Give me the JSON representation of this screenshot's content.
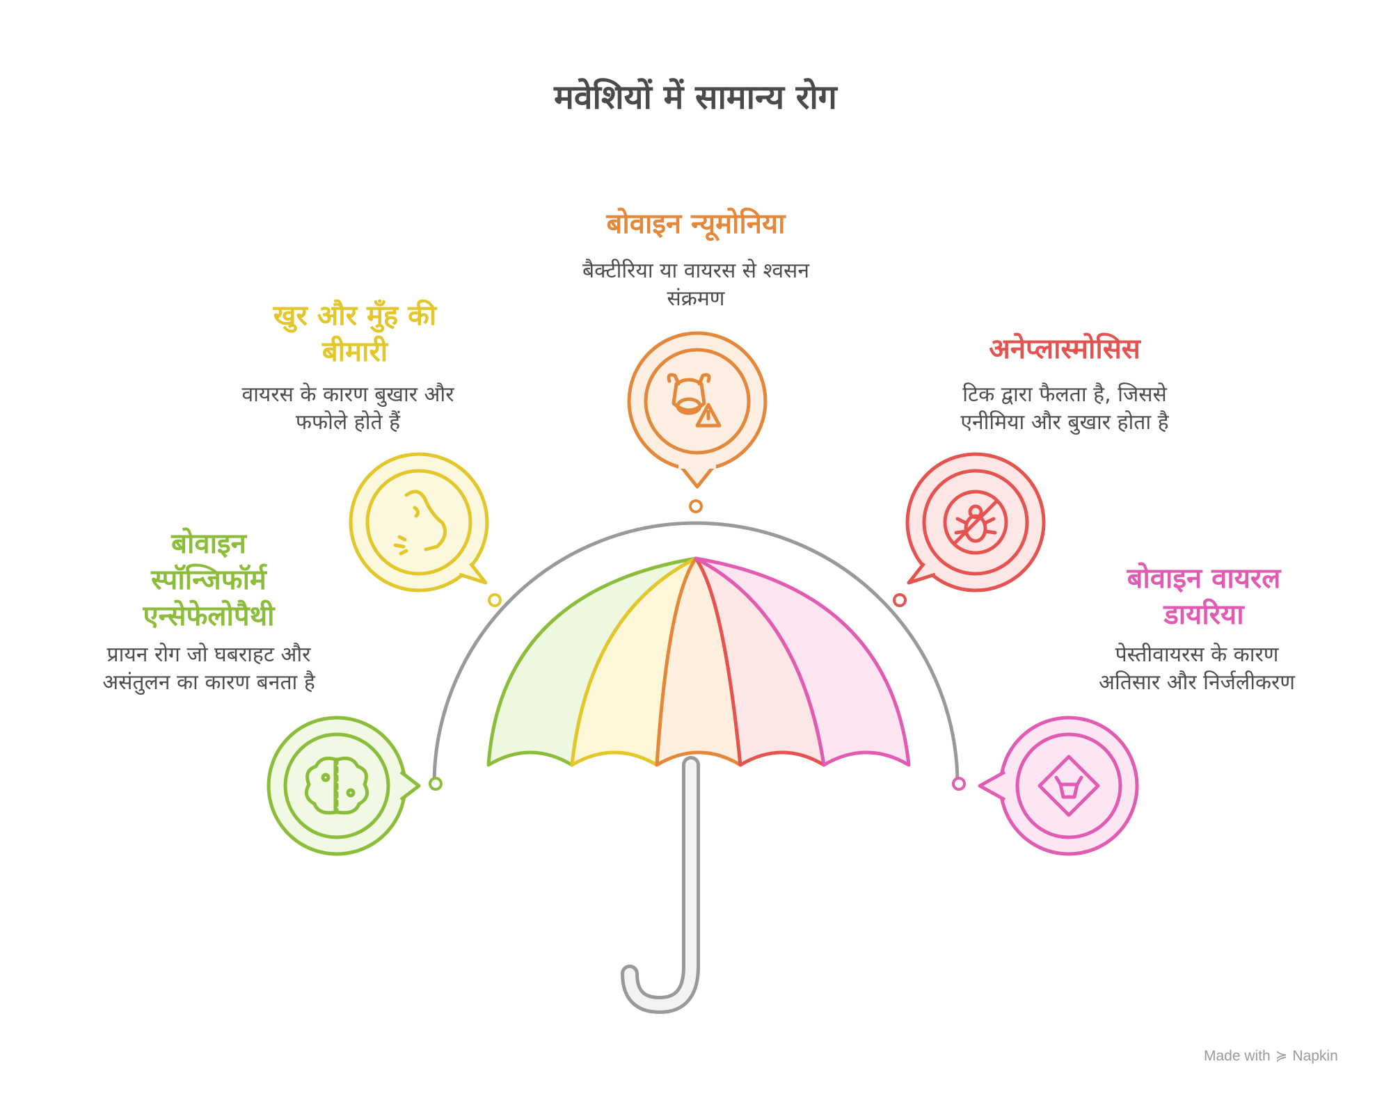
{
  "title": "मवेशियों में सामान्य रोग",
  "nodes": [
    {
      "key": "pneu",
      "title_lines": [
        "बोवाइन न्यूमोनिया"
      ],
      "desc_lines": [
        "बैक्टीरिया या वायरस से श्वसन",
        "संक्रमण"
      ],
      "color": "#e3883a",
      "fill": "#fdeee2",
      "icon": "cow-warning-icon"
    },
    {
      "key": "fmd",
      "title_lines": [
        "खुर और मुँह की",
        "बीमारी"
      ],
      "desc_lines": [
        "वायरस के कारण बुखार और",
        "फफोले होते हैं"
      ],
      "color": "#e2c62a",
      "fill": "#fcf8dd",
      "icon": "cow-head-sneeze-icon"
    },
    {
      "key": "ana",
      "title_lines": [
        "अनेप्लास्मोसिस"
      ],
      "desc_lines": [
        "टिक द्वारा फैलता है, जिससे",
        "एनीमिया और बुखार होता है"
      ],
      "color": "#e55350",
      "fill": "#fde7e6",
      "icon": "no-tick-icon"
    },
    {
      "key": "bse",
      "title_lines": [
        "बोवाइन",
        "स्पॉन्जिफॉर्म",
        "एन्सेफेलोपैथी"
      ],
      "desc_lines": [
        "प्रायन रोग जो घबराहट और",
        "असंतुलन का कारण बनता है"
      ],
      "color": "#8bbd3a",
      "fill": "#f1f8e4",
      "icon": "brain-icon"
    },
    {
      "key": "bvd",
      "title_lines": [
        "बोवाइन वायरल",
        "डायरिया"
      ],
      "desc_lines": [
        "पेस्तीवायरस के कारण",
        "अतिसार और निर्जलीकरण"
      ],
      "color": "#e05bb1",
      "fill": "#fce6f3",
      "icon": "cow-sign-icon"
    }
  ],
  "umbrella": {
    "panel_colors": [
      "#8bbd3a",
      "#e2c62a",
      "#e3883a",
      "#e55350",
      "#e05bb1"
    ],
    "panel_fills": [
      "#eef8e0",
      "#fdf7d8",
      "#fdeedd",
      "#fde6e6",
      "#fde4f1"
    ],
    "frame_color": "#999999"
  },
  "credit": {
    "prefix": "Made with",
    "brand": "Napkin"
  }
}
